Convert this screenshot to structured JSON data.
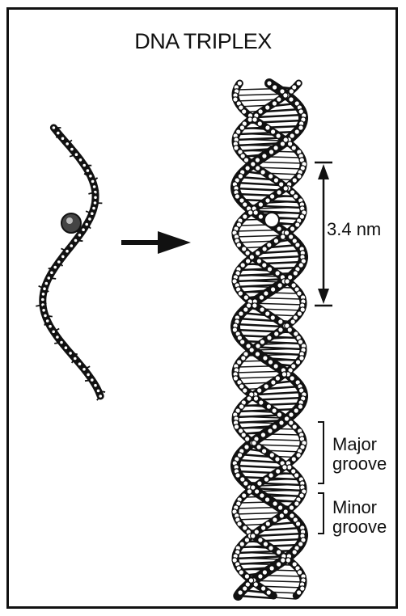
{
  "title": "DNA TRIPLEX",
  "labels": {
    "pitch": "3.4 nm",
    "major_line1": "Major",
    "major_line2": "groove",
    "minor_line1": "Minor",
    "minor_line2": "groove"
  },
  "colors": {
    "ink": "#111111",
    "paper": "#ffffff"
  }
}
